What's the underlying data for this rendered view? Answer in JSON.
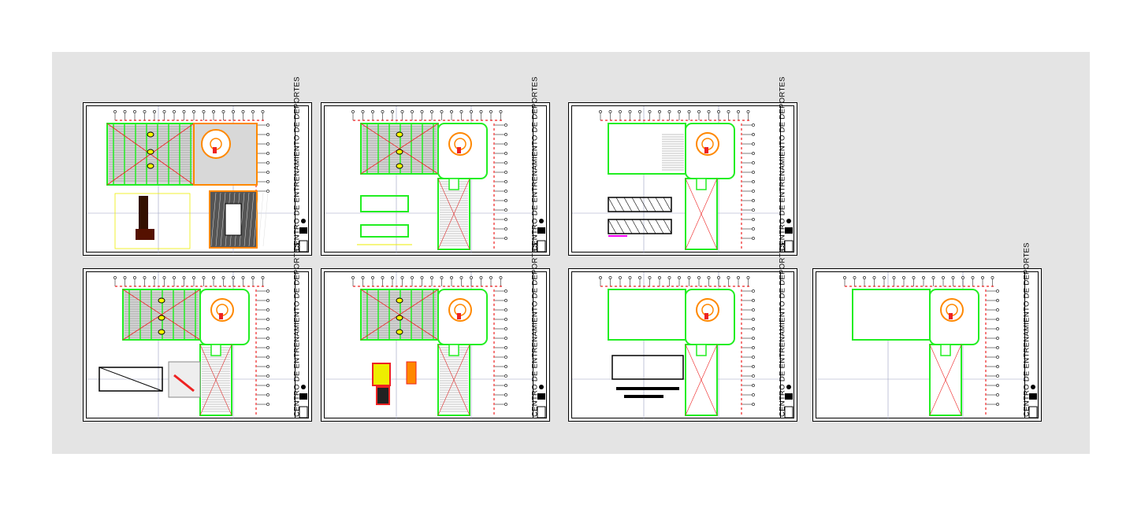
{
  "drawing_title": "CENTRO DE ENTRENAMIENTO DE DEPORTES",
  "colors": {
    "background": "#e4e4e4",
    "green": "#22ee22",
    "red": "#ee2222",
    "orange": "#ff8800",
    "grid": "#9aa0c0",
    "cyan": "#00dddd"
  },
  "sheets": [
    {
      "id": "sheet-1",
      "variant": "full-hatched",
      "detail": "wall-section"
    },
    {
      "id": "sheet-2",
      "variant": "l-shape-hatched",
      "detail": "stair-section"
    },
    {
      "id": "sheet-3",
      "variant": "l-shape-open",
      "detail": "truss-elevation"
    },
    {
      "id": "sheet-4",
      "variant": "l-shape-hatched",
      "detail": "truss-3d"
    },
    {
      "id": "sheet-5",
      "variant": "l-shape-hatched",
      "detail": "column-details"
    },
    {
      "id": "sheet-6",
      "variant": "l-shape-outline",
      "detail": "beam-elevation"
    },
    {
      "id": "sheet-7",
      "variant": "l-shape-outline",
      "detail": "none"
    }
  ]
}
